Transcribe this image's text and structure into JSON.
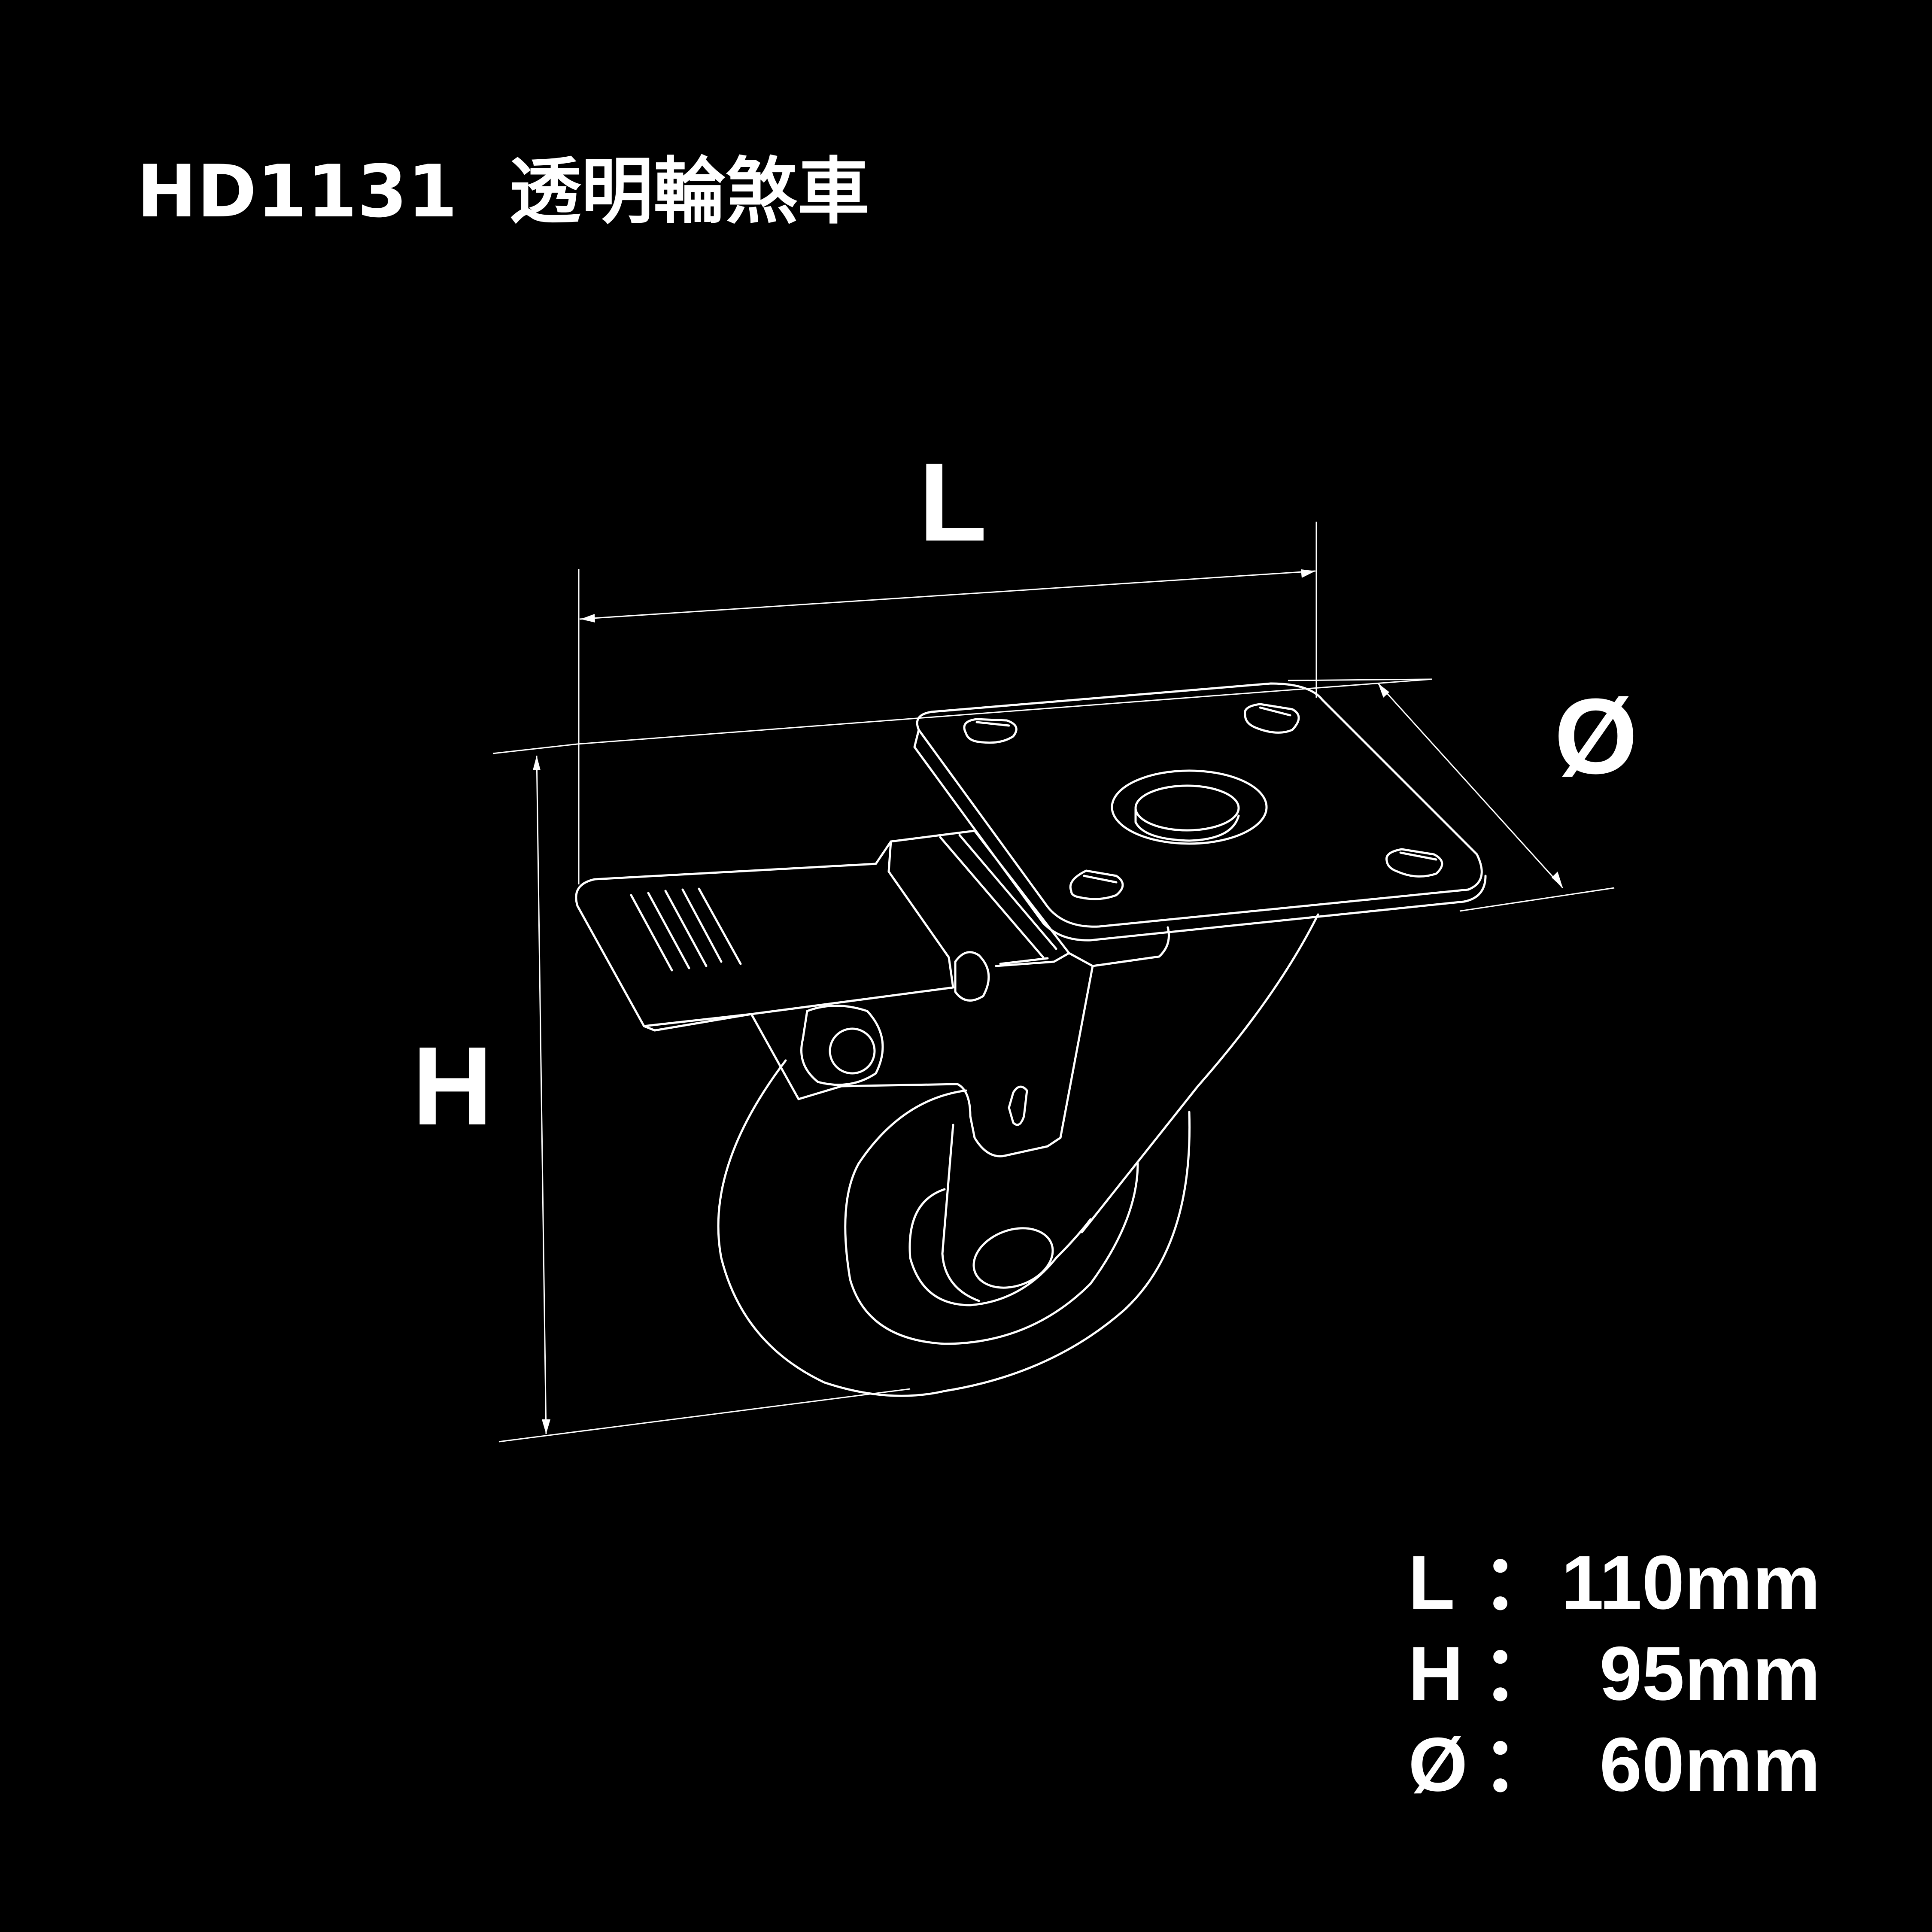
{
  "title": {
    "model": "HD1131",
    "name": "透明輪煞車"
  },
  "dimension_labels": {
    "length": "L",
    "height": "H",
    "diameter": "Ø"
  },
  "specs": [
    {
      "key": "L",
      "colon": "：",
      "value": "110mm"
    },
    {
      "key": "H",
      "colon": "：",
      "value": "95mm"
    },
    {
      "key": "Ø",
      "colon": "：",
      "value": "60mm"
    }
  ],
  "colors": {
    "background": "#000000",
    "foreground": "#ffffff"
  }
}
